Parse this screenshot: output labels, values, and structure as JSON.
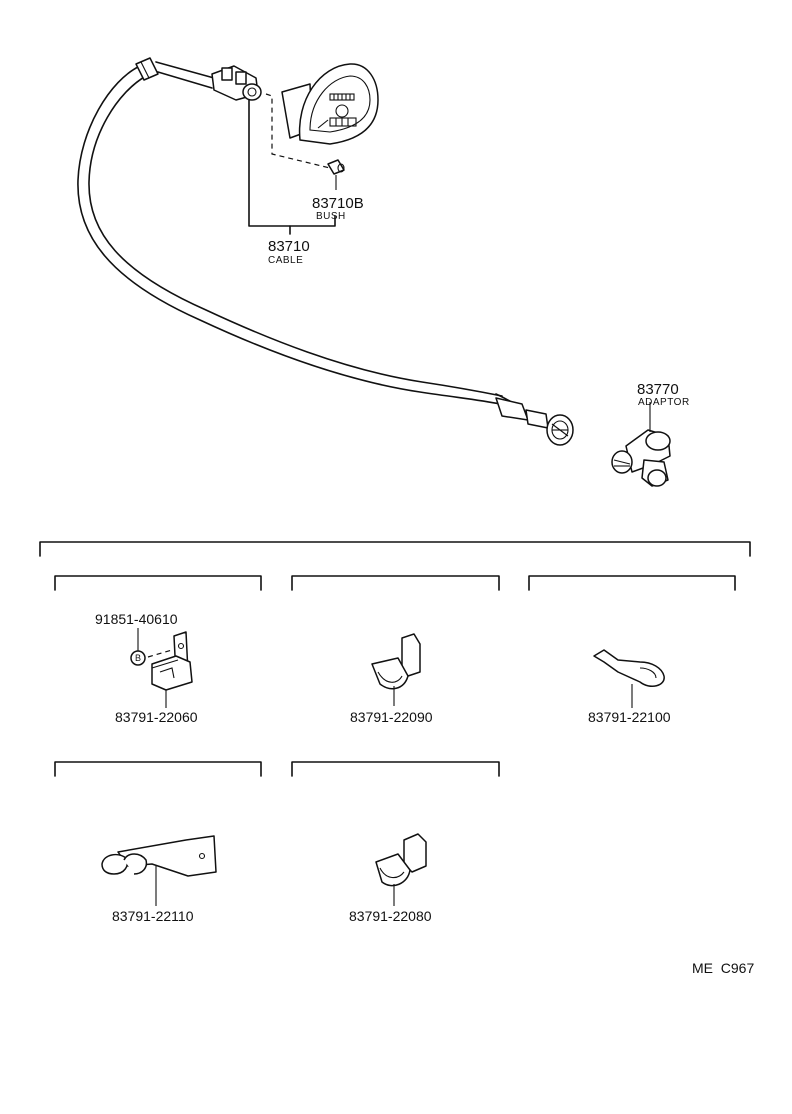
{
  "parts": {
    "bush": {
      "number": "83710B",
      "name": "BUSH"
    },
    "cable": {
      "number": "83710",
      "name": "CABLE"
    },
    "adaptor": {
      "number": "83770",
      "name": "ADAPTOR"
    },
    "bolt": {
      "number": "91851-40610",
      "ref_letter": "B"
    },
    "clamps": [
      {
        "number": "83791-22060"
      },
      {
        "number": "83791-22090"
      },
      {
        "number": "83791-22100"
      },
      {
        "number": "83791-22110"
      },
      {
        "number": "83791-22080"
      }
    ]
  },
  "footer": {
    "code": "ME  C967"
  }
}
